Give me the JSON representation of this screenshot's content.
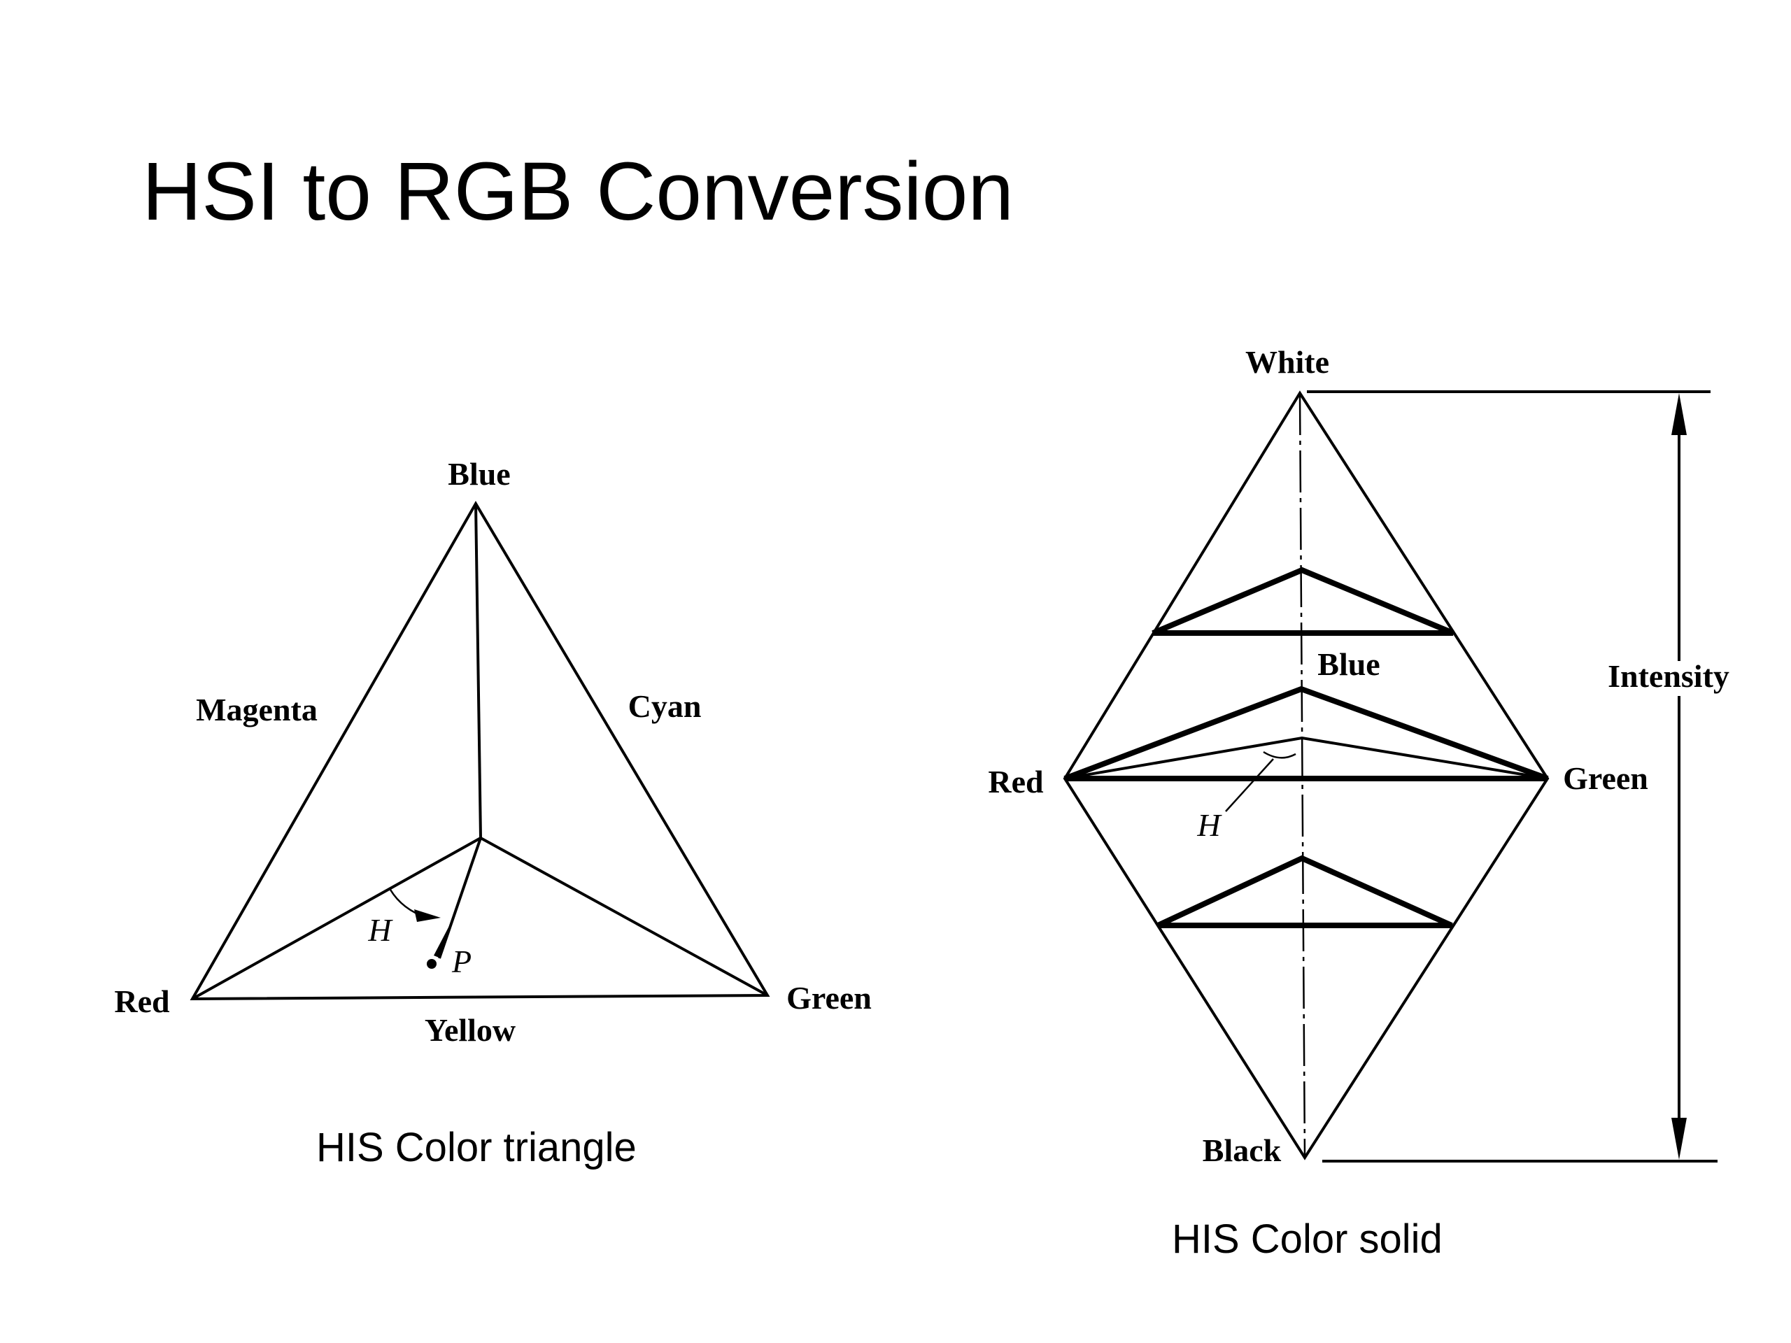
{
  "slide": {
    "title": "HSI to RGB Conversion"
  },
  "triangle": {
    "caption": "HIS Color triangle",
    "labels": {
      "blue": "Blue",
      "red": "Red",
      "green": "Green",
      "magenta": "Magenta",
      "cyan": "Cyan",
      "yellow": "Yellow",
      "h": "H",
      "p": "P"
    }
  },
  "solid": {
    "caption": "HIS Color solid",
    "labels": {
      "white": "White",
      "black": "Black",
      "blue": "Blue",
      "red": "Red",
      "green": "Green",
      "intensity": "Intensity",
      "h": "H"
    }
  }
}
